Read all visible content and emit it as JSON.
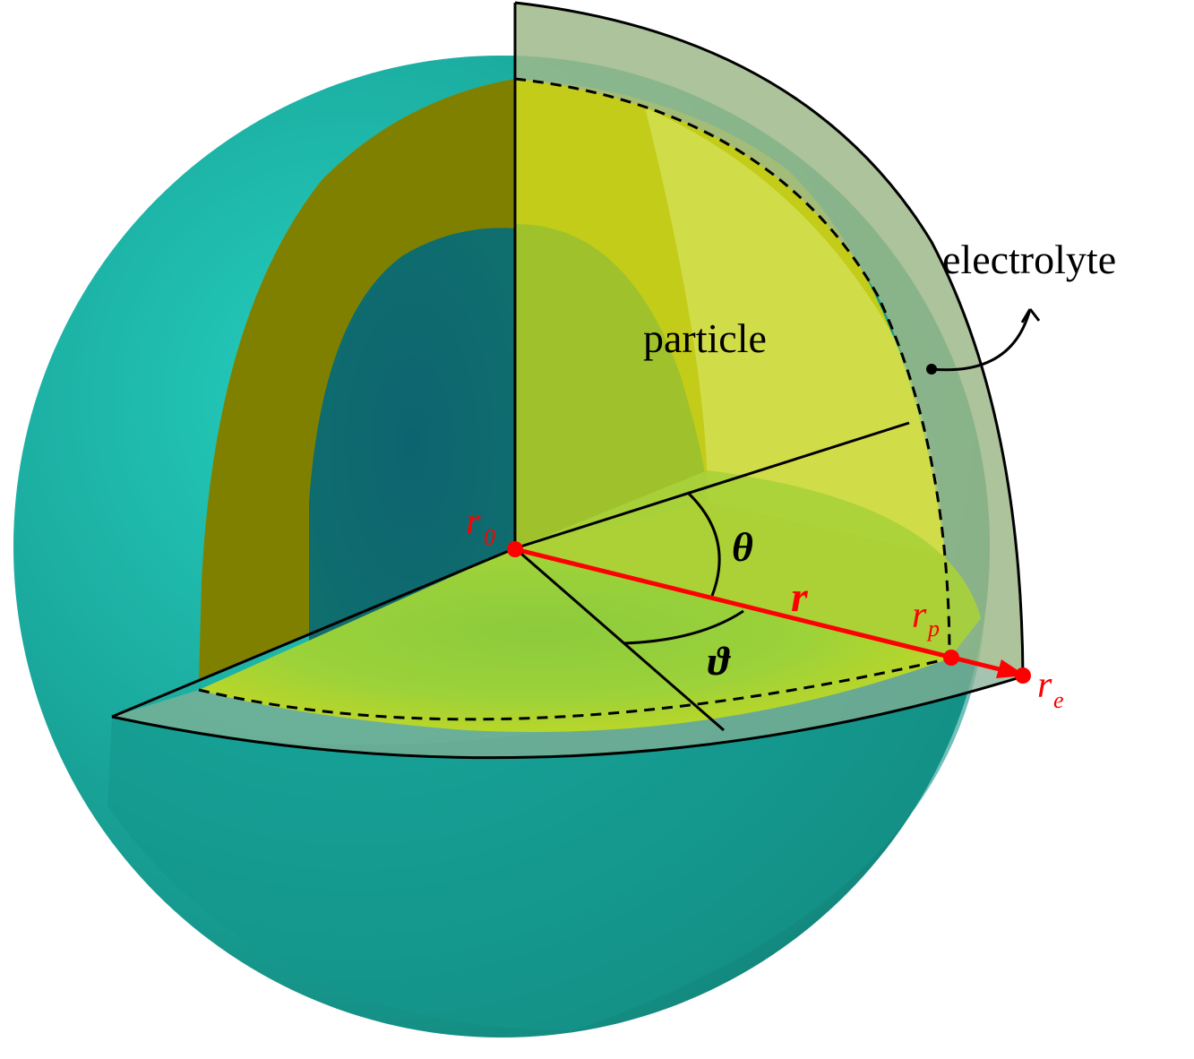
{
  "labels": {
    "particle": "particle",
    "electrolyte": "electrolyte",
    "theta": "θ",
    "vartheta": "ϑ",
    "radius": "r",
    "r0_main": "r",
    "r0_sub": "0",
    "rp_main": "r",
    "rp_sub": "p",
    "re_main": "r",
    "re_sub": "e"
  },
  "colors": {
    "sphere_outer": "#1aa89c",
    "sphere_dark": "#127a72",
    "core": "#0f6b6e",
    "inner_band": "#808000",
    "particle_fill": "#c8d21e",
    "particle_light": "#d4e04a",
    "slice_green": "#9cd23a",
    "electrolyte": "#a9c29a",
    "accent_red": "#ff0000",
    "line": "#000000"
  }
}
